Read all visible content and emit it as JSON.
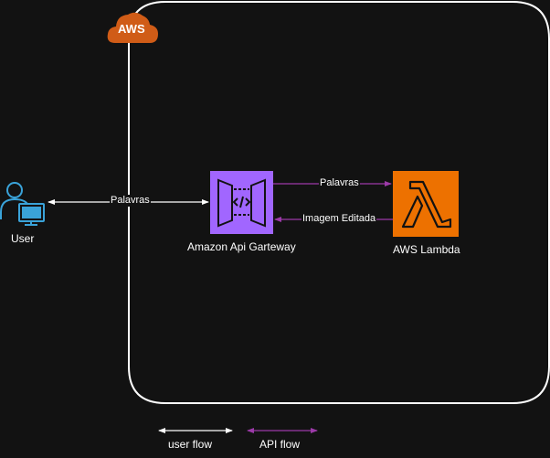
{
  "cloud": {
    "badge": "AWS",
    "border_color": "#ffffff",
    "badge_color": "#d05c17"
  },
  "nodes": {
    "user": {
      "label": "User",
      "icon": "user-computer-icon",
      "color": "#3aa3d9"
    },
    "gateway": {
      "label": "Amazon Api Garteway",
      "icon": "api-gateway-icon",
      "color": "#a166ff"
    },
    "lambda": {
      "label": "AWS Lambda",
      "icon": "lambda-icon",
      "color": "#ed7100"
    }
  },
  "edges": {
    "user_gateway": {
      "label": "Palavras",
      "color": "#ffffff"
    },
    "gateway_to_lambda": {
      "label": "Palavras",
      "color": "#9c3aa8"
    },
    "lambda_to_gateway": {
      "label": "Imagem Editada",
      "color": "#9c3aa8"
    }
  },
  "legend": {
    "user_flow": "user flow",
    "api_flow": "API flow"
  }
}
